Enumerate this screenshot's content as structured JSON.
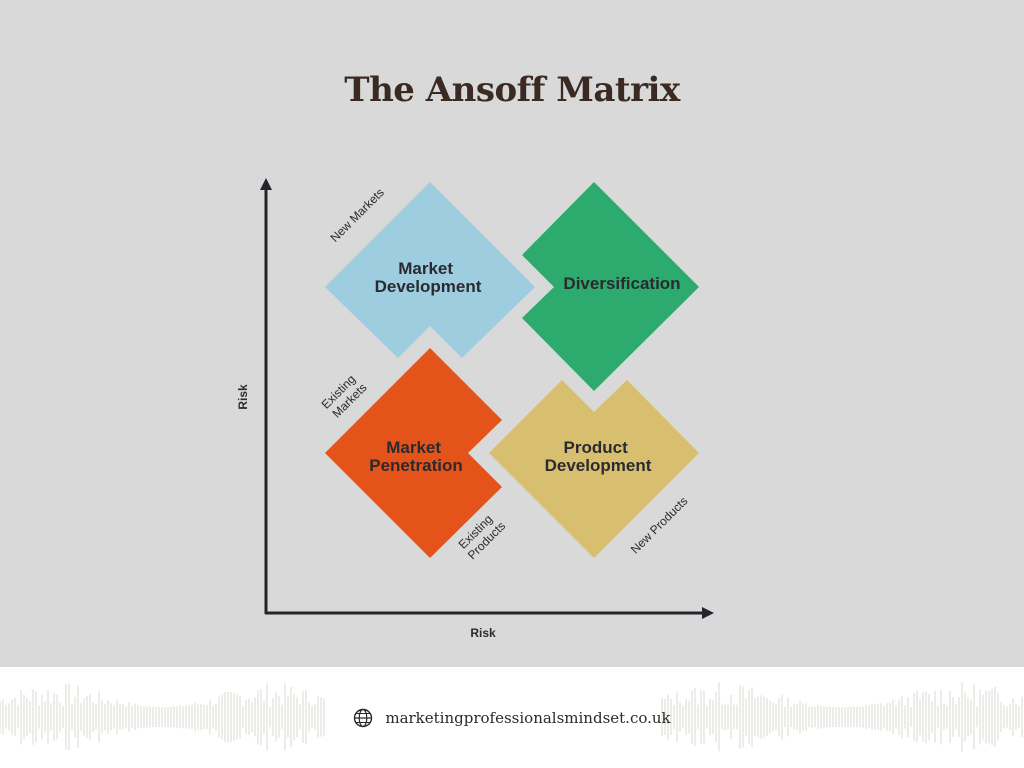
{
  "title": "The Ansoff Matrix",
  "quadrants": {
    "market_development": {
      "line1": "Market",
      "line2": "Development",
      "color": "#9ecde0"
    },
    "diversification": {
      "line1": "Diversification",
      "color": "#2daa6e"
    },
    "market_penetration": {
      "line1": "Market",
      "line2": "Penetration",
      "color": "#e4541a"
    },
    "product_development": {
      "line1": "Product",
      "line2": "Development",
      "color": "#d8bf70"
    }
  },
  "axis": {
    "y_label": "Risk",
    "x_label": "Risk",
    "new_markets": "New Markets",
    "existing_markets_line1": "Existing",
    "existing_markets_line2": "Markets",
    "existing_products_line1": "Existing",
    "existing_products_line2": "Products",
    "new_products": "New Products"
  },
  "footer": {
    "url": "marketingprofessionalsmindset.co.uk"
  }
}
